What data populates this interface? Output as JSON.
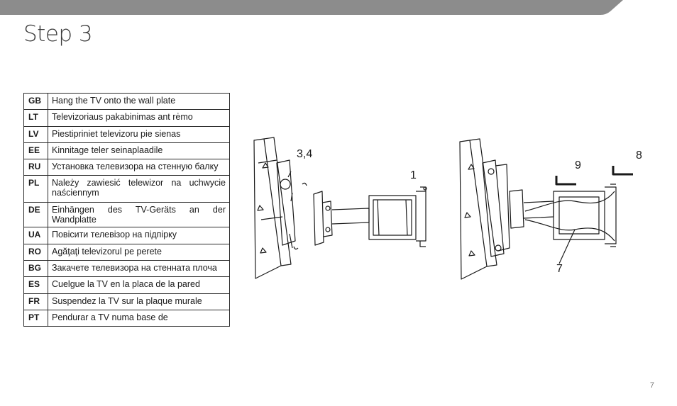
{
  "page": {
    "title": "Step 3",
    "page_number": "7",
    "band_color": "#8c8c8c"
  },
  "instructions": [
    {
      "code": "GB",
      "text": "Hang the TV onto the wall plate"
    },
    {
      "code": "LT",
      "text": "Televizoriaus pakabinimas ant rėmo"
    },
    {
      "code": "LV",
      "text": "Piestipriniet televizoru pie sienas"
    },
    {
      "code": "EE",
      "text": "Kinnitage teler seinaplaadile"
    },
    {
      "code": "RU",
      "text": "Установка телевизора на стенную балку"
    },
    {
      "code": "PL",
      "text": "Należy zawiesić telewizor na uchwycie naściennym"
    },
    {
      "code": "DE",
      "text": "Einhängen des TV-Geräts an der Wandplatte"
    },
    {
      "code": "UA",
      "text": "Повісити телевізор на підпірку"
    },
    {
      "code": "RO",
      "text": "Agăţaţi televizorul pe perete"
    },
    {
      "code": "BG",
      "text": "Закачете телевизора на стенната плоча"
    },
    {
      "code": "ES",
      "text": "Cuelgue la TV en la placa de la pared"
    },
    {
      "code": "FR",
      "text": "Suspendez la TV sur la plaque murale"
    },
    {
      "code": "PT",
      "text": "Pendurar a TV numa base de"
    }
  ],
  "figure_left": {
    "callouts": [
      "3,4",
      "1"
    ]
  },
  "figure_right": {
    "callouts": [
      "9",
      "8",
      "7"
    ]
  }
}
